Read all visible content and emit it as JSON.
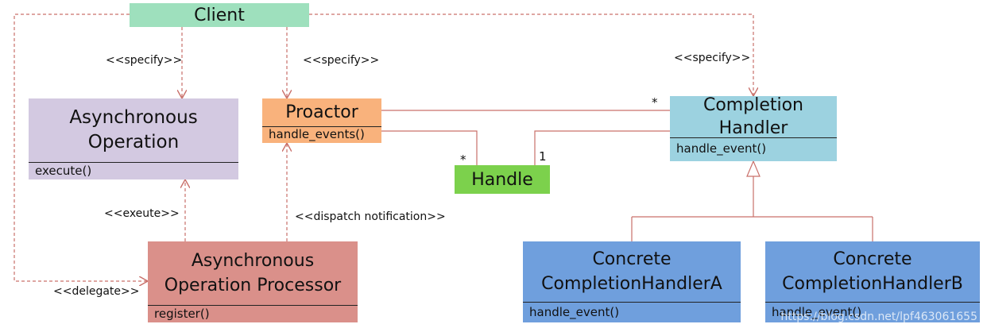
{
  "colors": {
    "client": "#9ee0bd",
    "async_operation": "#d3c9e1",
    "proactor": "#f9b27c",
    "handle": "#7cd14c",
    "completion_handler": "#9cd2e0",
    "processor": "#da908a",
    "concrete": "#6f9fdd",
    "connector": "#c9706a"
  },
  "boxes": {
    "client": {
      "title": "Client"
    },
    "async_operation": {
      "title": "Asynchronous\nOperation",
      "method": "execute()"
    },
    "proactor": {
      "title": "Proactor",
      "method": "handle_events()"
    },
    "handle": {
      "title": "Handle"
    },
    "completion_handler": {
      "title": "Completion\nHandler",
      "method": "handle_event()"
    },
    "processor": {
      "title": "Asynchronous\nOperation Processor",
      "method": "register()"
    },
    "concrete_a": {
      "title": "Concrete\nCompletionHandlerA",
      "method": "handle_event()"
    },
    "concrete_b": {
      "title": "Concrete\nCompletionHandlerB",
      "method": "handle_event()"
    }
  },
  "labels": {
    "specify_1": "<<specify>>",
    "specify_2": "<<specify>>",
    "specify_3": "<<specify>>",
    "execute": "<<exeute>>",
    "dispatch": "<<dispatch notification>>",
    "delegate": "<<delegate>>"
  },
  "multiplicities": {
    "proactor_completion": "*",
    "proactor_handle": "*",
    "completion_handle": "1"
  },
  "watermark": "https://blog.csdn.net/lpf463061655"
}
